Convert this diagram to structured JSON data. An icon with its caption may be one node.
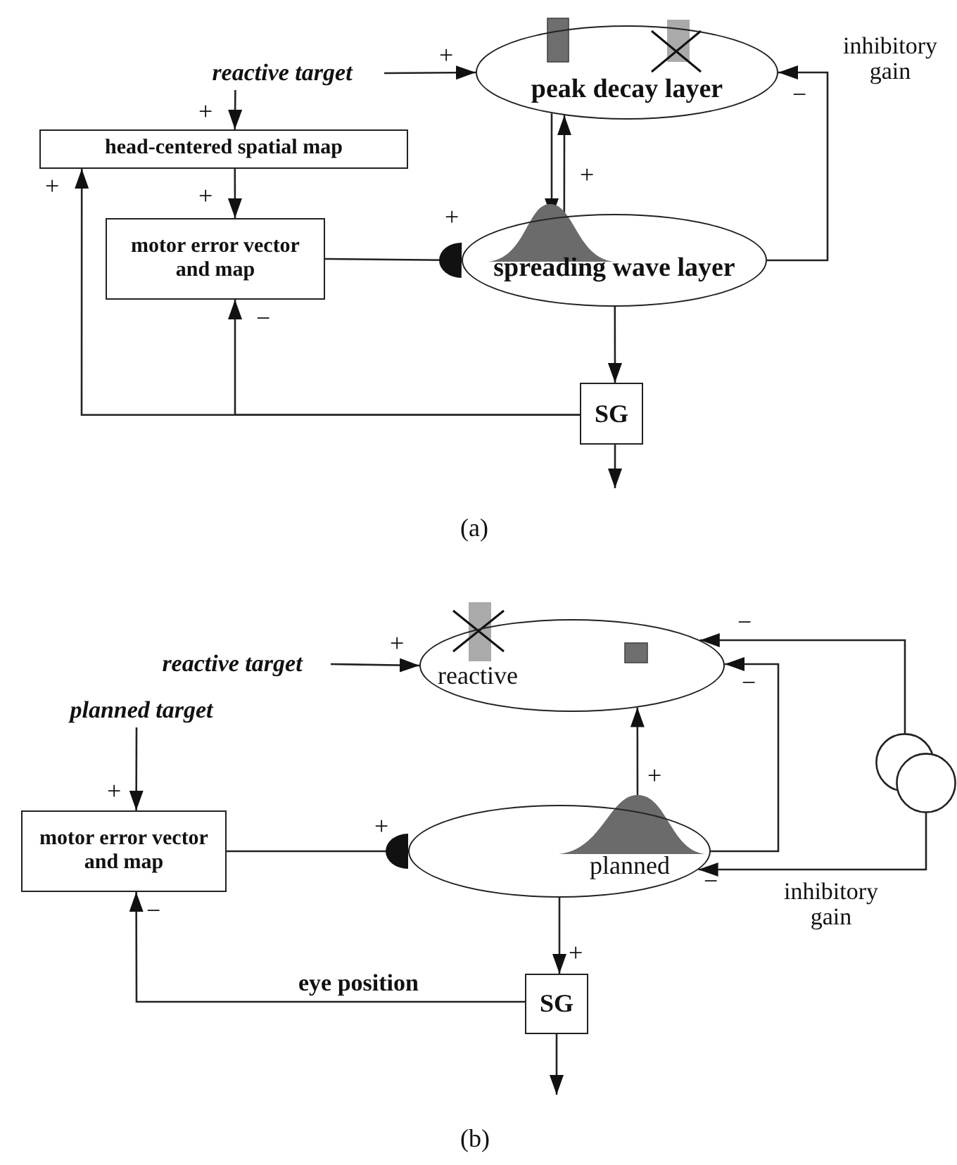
{
  "diagram": {
    "nodes": [
      {
        "text": [
          "reactive target"
        ]
      },
      {
        "text": [
          "peak decay layer"
        ]
      },
      {
        "text": [
          "head-centered spatial map"
        ]
      },
      {
        "text": [
          "motor error vector and map"
        ]
      },
      {
        "text": [
          "spreading wave layer"
        ]
      },
      {
        "text": [
          "SG"
        ]
      },
      {
        "text": [
          "reactive"
        ]
      },
      {
        "text": [
          "reactive target"
        ]
      },
      {
        "text": [
          "planned target"
        ]
      },
      {
        "text": [],
        "shape": "circle"
      },
      {
        "text": [
          "motor error vector and map"
        ]
      },
      {
        "text": [
          "planned"
        ]
      },
      {
        "text": [
          "SG"
        ]
      }
    ],
    "edges": [
      {
        "from": 0,
        "to": 1,
        "arrow": "to"
      },
      {
        "from": 0,
        "to": 2,
        "arrow": "to"
      },
      {
        "from": 2,
        "to": 3,
        "arrow": "to"
      },
      {
        "from": 1,
        "to": 4,
        "arrow": "to"
      },
      {
        "from": 4,
        "to": 1,
        "arrow": "to"
      },
      {
        "from": 4,
        "to": 1,
        "arrow": "to"
      },
      {
        "from": 4,
        "to": 5,
        "arrow": "to"
      },
      {
        "from": 5,
        "to": 2,
        "arrow": "to"
      },
      {
        "from": 5,
        "to": 3,
        "arrow": "to"
      },
      {
        "from": 5,
        "to": null,
        "arrow": "to"
      },
      {
        "from": 3,
        "to": 4,
        "arrow": "other"
      },
      {
        "from": 7,
        "to": 6,
        "arrow": "to"
      },
      {
        "from": 8,
        "to": 10,
        "arrow": "to"
      },
      {
        "from": 10,
        "to": 11,
        "arrow": "other"
      },
      {
        "from": 11,
        "to": 6,
        "arrow": "to"
      },
      {
        "from": 11,
        "to": 6,
        "arrow": "to"
      },
      {
        "from": 9,
        "to": 6,
        "arrow": "to"
      },
      {
        "from": 9,
        "to": 11,
        "arrow": "to"
      },
      {
        "from": 11,
        "to": 12,
        "arrow": "to"
      },
      {
        "from": 12,
        "to": 10,
        "arrow": "to",
        "label": "eye position"
      },
      {
        "from": 12,
        "to": null,
        "arrow": "to"
      }
    ],
    "labels": [
      "+",
      "inhibitory gain",
      "−",
      "+",
      "+",
      "+",
      "+",
      "+",
      "−",
      "(a)",
      "−",
      "+",
      "−",
      "+",
      "+",
      "+",
      "−",
      "inhibitory gain",
      "−",
      "+",
      "(b)"
    ]
  }
}
